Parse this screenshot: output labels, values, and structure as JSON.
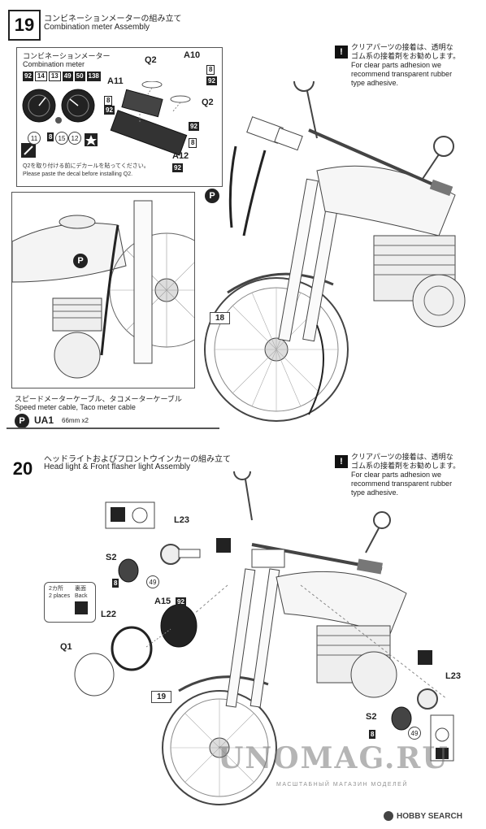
{
  "step19": {
    "number": "19",
    "title_jp": "コンビネーションメーターの組み立て",
    "title_en": "Combination meter Assembly",
    "note_jp_1": "クリアパーツの接着は、透明な",
    "note_jp_2": "ゴム系の接着剤をお勧めします。",
    "note_en_1": "For clear parts adhesion we",
    "note_en_2": "recommend transparent rubber",
    "note_en_3": "type adhesive.",
    "meter_box": {
      "label_jp": "コンビネーションメーター",
      "label_en": "Combination meter",
      "codes_top": [
        "92",
        "14",
        "13",
        "49",
        "50",
        "138"
      ],
      "codes_bottom": [
        "11",
        "8",
        "15",
        "12"
      ],
      "decal_note_jp": "Q2を取り付ける前にデカールを貼ってください。",
      "decal_note_en": "Please paste the decal before installing Q2."
    },
    "parts": {
      "q2_top": "Q2",
      "a10": "A10",
      "a11": "A11",
      "q2_right": "Q2",
      "a12": "A12",
      "c8a": "8",
      "c92a": "92",
      "c8b": "8",
      "c92b": "92",
      "c92c": "92",
      "c8c": "8",
      "c92d": "92"
    },
    "cable_box": {
      "label_jp": "スピードメーターケーブル、タコメーターケーブル",
      "label_en": "Speed meter cable, Taco meter cable",
      "part": "P",
      "ua": "UA1",
      "size": "66mm x2"
    },
    "callout_p": "P",
    "ref_part": "18"
  },
  "step20": {
    "number": "20",
    "title_jp": "ヘッドライトおよびフロントウインカーの組み立て",
    "title_en": "Head light & Front flasher light Assembly",
    "note_jp_1": "クリアパーツの接着は、透明な",
    "note_jp_2": "ゴム系の接着剤をお勧めします。",
    "note_en_1": "For clear parts adhesion we",
    "note_en_2": "recommend transparent rubber",
    "note_en_3": "type adhesive.",
    "parts": {
      "l23_top": "L23",
      "s2_left": "S2",
      "c8_left": "8",
      "c49_left": "49",
      "a15": "A15",
      "c92": "92",
      "l22": "L22",
      "q1": "Q1",
      "l23_right": "L23",
      "s2_right": "S2",
      "c8_right": "8",
      "c49_right": "49"
    },
    "back_note": {
      "jp": "2カ所",
      "en": "2 places",
      "ura": "裏面",
      "back": "Back"
    },
    "ref_part": "19"
  },
  "watermark": {
    "main": "UNOMAG.RU",
    "sub": "МАСШТАБНЫЙ МАГАЗИН МОДЕЛЕЙ"
  },
  "footer": {
    "brand": "HOBBY SEARCH"
  }
}
